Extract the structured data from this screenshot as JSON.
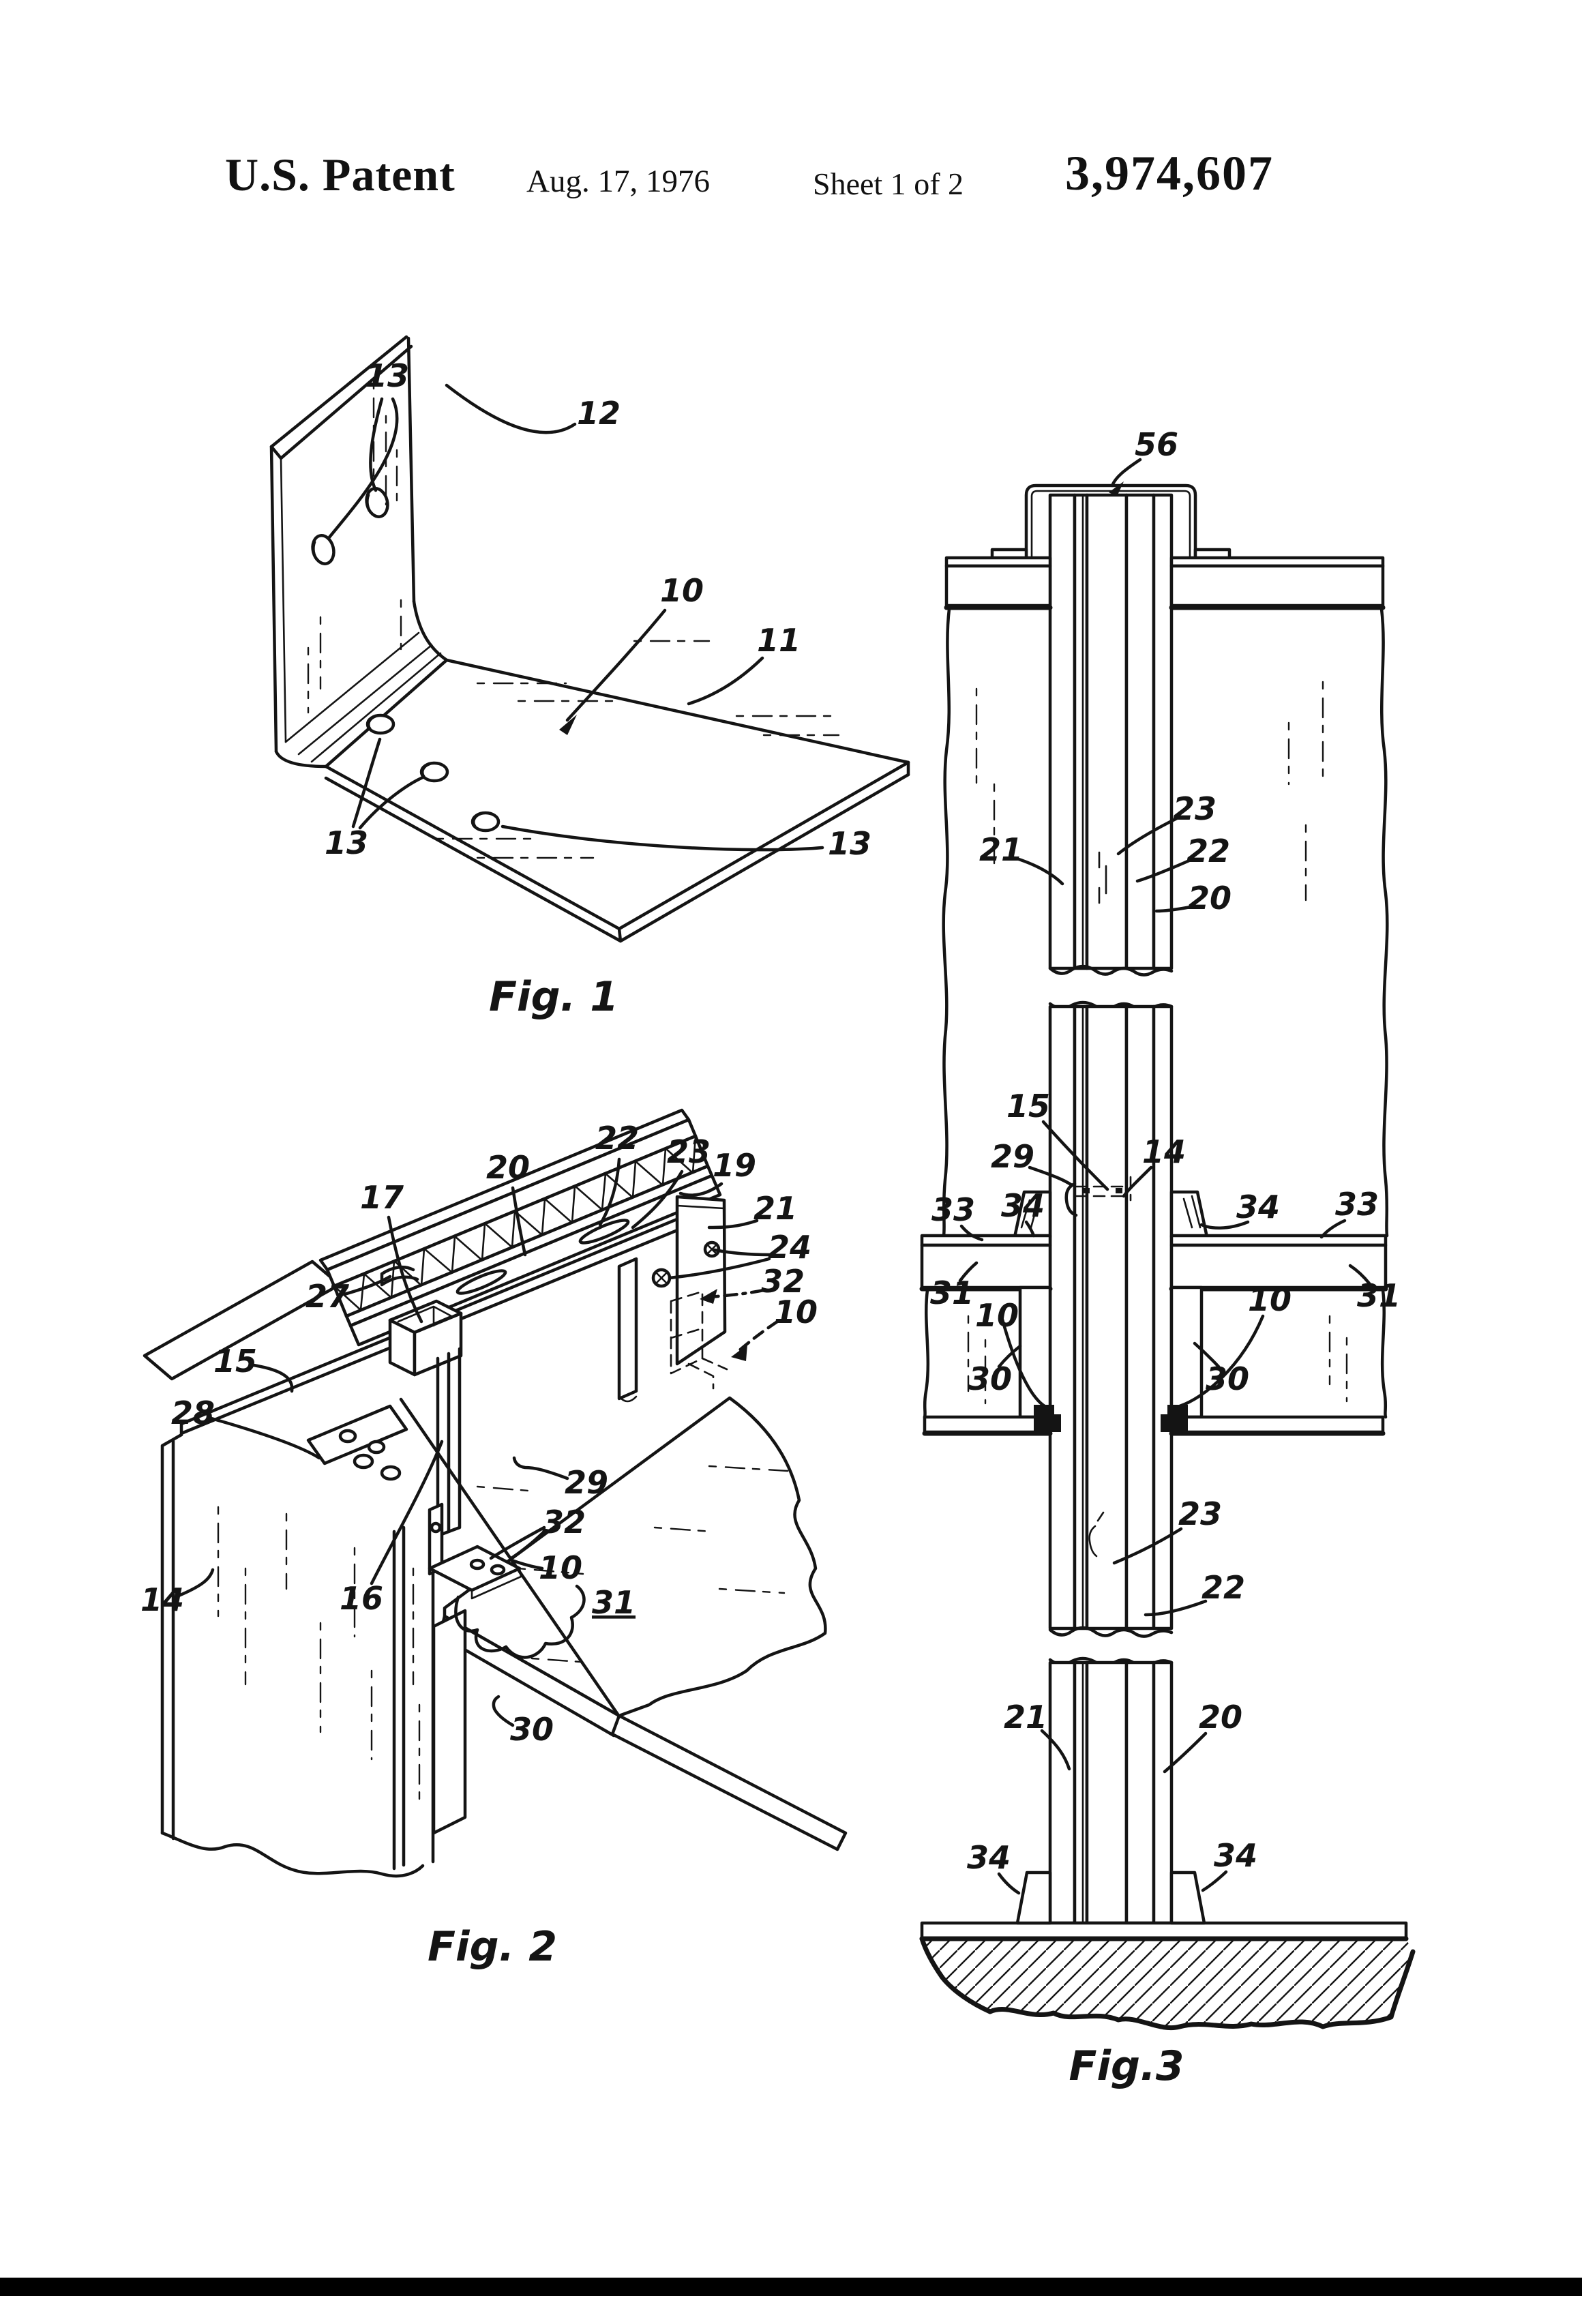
{
  "header": {
    "publication": "U.S. Patent",
    "date": "Aug. 17, 1976",
    "sheet": "Sheet 1 of 2",
    "number": "3,974,607"
  },
  "figures": {
    "fig1": {
      "caption": "Fig. 1",
      "labels": {
        "a13": "13",
        "a12": "12",
        "a10": "10",
        "a11": "11",
        "b13": "13",
        "c13": "13"
      }
    },
    "fig2": {
      "caption": "Fig. 2",
      "labels": {
        "l17": "17",
        "l20": "20",
        "l22": "22",
        "l23": "23",
        "l19": "19",
        "l21": "21",
        "l24": "24",
        "l32a": "32",
        "l10a": "10",
        "l27": "27",
        "l15": "15",
        "l28": "28",
        "l14": "14",
        "l16": "16",
        "l29": "29",
        "l32b": "32",
        "l10b": "10",
        "l31": "31",
        "l30": "30"
      }
    },
    "fig3": {
      "caption": "Fig.3",
      "labels": {
        "l56": "56",
        "u21": "21",
        "u23": "23",
        "u22": "22",
        "u20": "20",
        "m15": "15",
        "m29": "29",
        "m14": "14",
        "m33l": "33",
        "m34l": "34",
        "m34r": "34",
        "m33r": "33",
        "m31l": "31",
        "m10l": "10",
        "m10r": "10",
        "m31r": "31",
        "m30l": "30",
        "m30r": "30",
        "p23": "23",
        "p22": "22",
        "b21": "21",
        "b20": "20",
        "b34l": "34",
        "b34r": "34"
      }
    }
  }
}
